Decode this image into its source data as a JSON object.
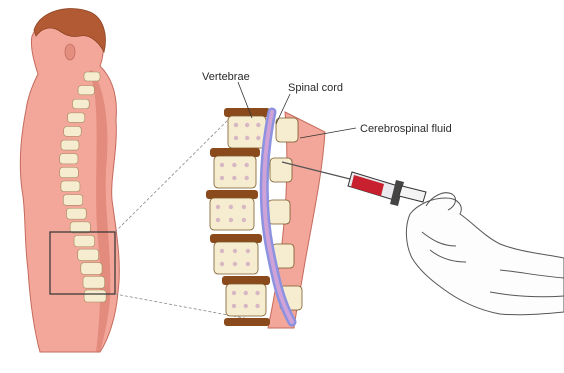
{
  "labels": {
    "vertebrae": "Vertebrae",
    "spinal_cord": "Spinal cord",
    "csf": "Cerebrospinal fluid"
  },
  "colors": {
    "skin": "#f2a79a",
    "skin_shadow": "#d9786b",
    "hair": "#b25a34",
    "bone": "#f6ecd0",
    "disc": "#8a4a1c",
    "cord_outer": "#8d92e0",
    "cord_inner": "#cfa3d8",
    "syringe_fluid": "#c8202e",
    "outline": "#3a3a3a"
  }
}
